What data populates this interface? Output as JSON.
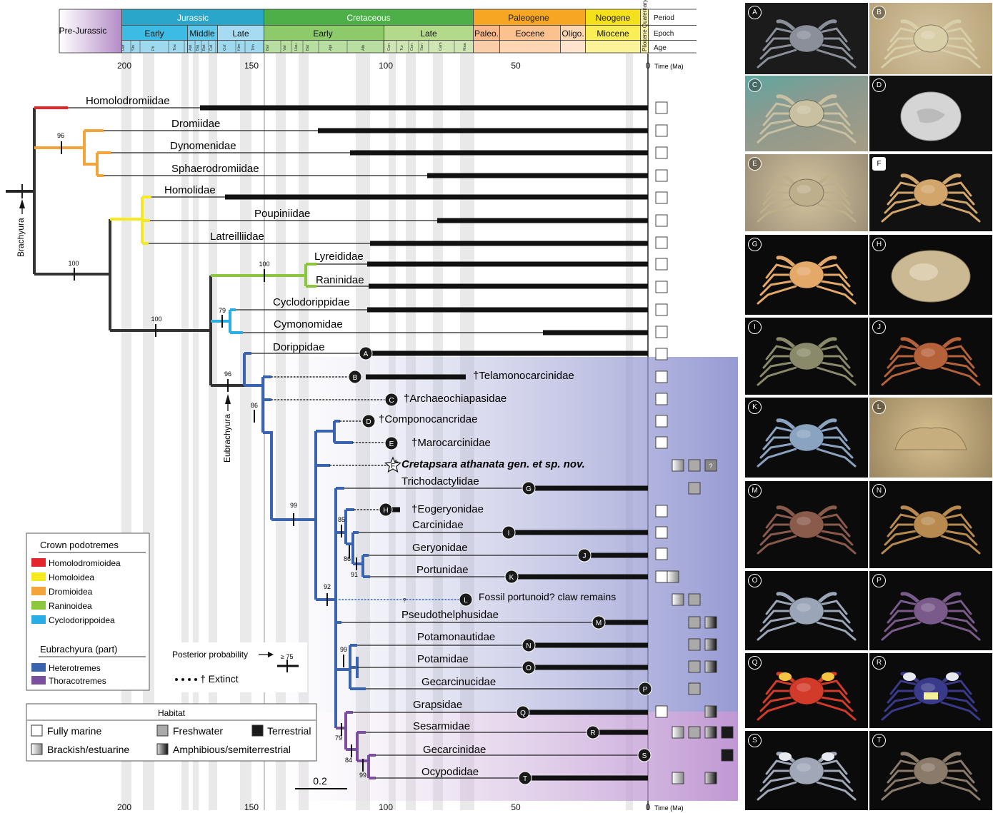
{
  "timescale": {
    "pre_jurassic": "Pre-Jurassic",
    "periods": [
      {
        "name": "Jurassic",
        "color": "#29a6c9"
      },
      {
        "name": "Cretaceous",
        "color": "#4caf47"
      },
      {
        "name": "Paleogene",
        "color": "#f6a623"
      },
      {
        "name": "Neogene",
        "color": "#f5e01c"
      },
      {
        "name": "Pliocene Quaternary",
        "color": "#f5f0a0"
      }
    ],
    "epochs": [
      "Early",
      "Middle",
      "Late",
      "Early",
      "Late",
      "Paleo.",
      "Eocene",
      "Oligo.",
      "Miocene"
    ],
    "ages": [
      "Het",
      "Sin",
      "Pli",
      "Toa",
      "Aal",
      "Baj",
      "Bat",
      "Cal",
      "Oxf",
      "Kim",
      "Tith",
      "Ber",
      "Val",
      "Hau",
      "Bar",
      "Apt",
      "Alb",
      "Cen",
      "Tur",
      "Con",
      "San",
      "Cam",
      "Maa"
    ],
    "row_labels": {
      "period": "Period",
      "epoch": "Epoch",
      "age": "Age"
    },
    "axis_ticks": [
      "200",
      "150",
      "100",
      "50",
      "0"
    ],
    "axis_unit": "Time (Ma)"
  },
  "families": [
    "Homolodromiidae",
    "Dromiidae",
    "Dynomenidae",
    "Sphaerodromiidae",
    "Homolidae",
    "Poupiniidae",
    "Latreilliidae",
    "Lyreididae",
    "Raninidae",
    "Cyclodorippidae",
    "Cymonomidae",
    "Dorippidae",
    "†Telamonocarcinidae",
    "†Archaeochiapasidae",
    "†Componocancridae",
    "†Marocarcinidae",
    "†",
    "Cretapsara athanata gen. et sp. nov.",
    "Trichodactylidae",
    "†Eogeryonidae",
    "Carcinidae",
    "Geryonidae",
    "Portunidae",
    "Fossil portunoid? claw remains",
    "Pseudothelphusidae",
    "Potamonautidae",
    "Potamidae",
    "Gecarcinucidae",
    "Grapsidae",
    "Sesarmidae",
    "Gecarcinidae",
    "Ocypodidae"
  ],
  "support_values": [
    "96",
    "100",
    "100",
    "100",
    "79",
    "96",
    "86",
    "99",
    "85",
    "86",
    "91",
    "92",
    "99",
    "79",
    "84",
    "99"
  ],
  "question_mark": "?",
  "side_labels": {
    "brachyura": "Brachyura",
    "eubrachyura": "Eubrachyura"
  },
  "legend": {
    "crown_title": "Crown podotremes",
    "crown_items": [
      {
        "label": "Homolodromioidea",
        "color": "#e3262c"
      },
      {
        "label": "Homoloidea",
        "color": "#f4ea1f"
      },
      {
        "label": "Dromioidea",
        "color": "#f3a43b"
      },
      {
        "label": "Raninoidea",
        "color": "#8cc63f"
      },
      {
        "label": "Cyclodorippoidea",
        "color": "#29aee3"
      }
    ],
    "eu_title": "Eubrachyura (part)",
    "eu_items": [
      {
        "label": "Heterotremes",
        "color": "#3a64b0"
      },
      {
        "label": "Thoracotremes",
        "color": "#7a4f9e"
      }
    ],
    "posterior_label": "Posterior probability",
    "posterior_value": "≥ 75",
    "extinct_label": "† Extinct"
  },
  "habitat": {
    "title": "Habitat",
    "items": [
      "Fully marine",
      "Freshwater",
      "Terrestrial",
      "Brackish/estuarine",
      "Amphibious/semiterrestrial"
    ]
  },
  "scale_bar": "0.2",
  "photo_labels": [
    "A",
    "B",
    "C",
    "D",
    "E",
    "F",
    "G",
    "H",
    "I",
    "J",
    "K",
    "L",
    "M",
    "N",
    "O",
    "P",
    "Q",
    "R",
    "S",
    "T"
  ],
  "colors": {
    "backbone": "#333333",
    "heterotremes": "#3a64b0",
    "thoracotremes": "#7a4f9e",
    "homolodromioidea": "#e3262c",
    "homoloidea": "#f4ea1f",
    "dromioidea": "#f3a43b",
    "raninoidea": "#8cc63f",
    "cyclodorippoidea": "#29aee3"
  }
}
